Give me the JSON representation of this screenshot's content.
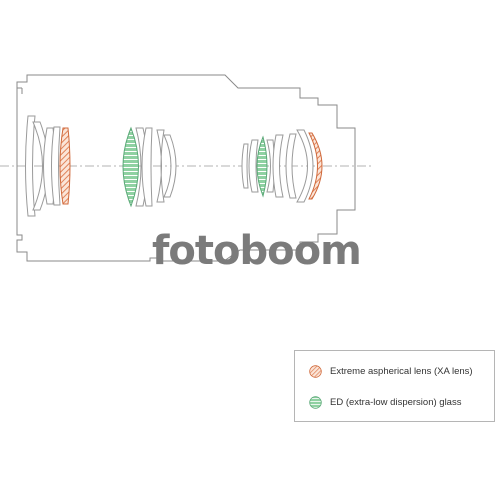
{
  "watermark": {
    "text": "fotoboom"
  },
  "legend": {
    "items": [
      {
        "label": "Extreme aspherical lens (XA lens)",
        "type": "xa",
        "color": "#e0835a"
      },
      {
        "label": "ED (extra-low dispersion) glass",
        "type": "ed",
        "color": "#8fd1a2"
      }
    ]
  },
  "colors": {
    "outline": "#8a8a8a",
    "lens_outline": "#9a9a9a",
    "axis": "#9a9a9a",
    "xa_fill": "#e0835a",
    "ed_fill": "#8fd1a2"
  }
}
